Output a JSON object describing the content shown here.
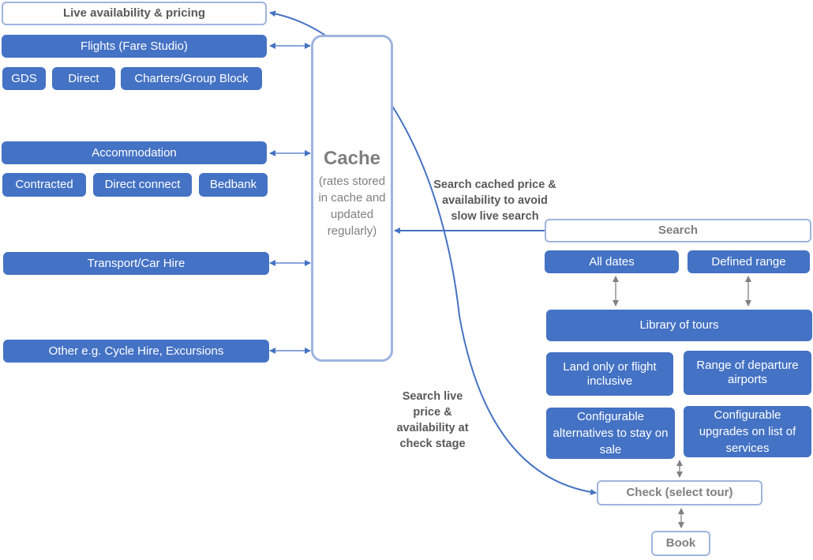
{
  "colors": {
    "fill": "#4472c4",
    "outline": "#9fb4de",
    "outline_text": "#7f7f7f",
    "note_text": "#595959",
    "connector_blue": "#4472c4",
    "connector_grey": "#808080"
  },
  "left": {
    "live": "Live availability & pricing",
    "flights": "Flights (Fare Studio)",
    "flight_sources": [
      "GDS",
      "Direct",
      "Charters/Group Block"
    ],
    "accommodation": "Accommodation",
    "accommodation_sources": [
      "Contracted",
      "Direct connect",
      "Bedbank"
    ],
    "transport": "Transport/Car Hire",
    "other": "Other e.g. Cycle Hire, Excursions"
  },
  "cache": {
    "title": "Cache",
    "subtitle": "(rates stored in cache and updated regularly)"
  },
  "notes": {
    "cached": "Search cached price & availability to avoid slow live search",
    "live": "Search live price & availability at check stage"
  },
  "right": {
    "search": "Search",
    "all_dates": "All dates",
    "defined_range": "Defined range",
    "library": "Library of tours",
    "land_only": "Land only or flight inclusive",
    "range_airports": "Range of departure airports",
    "alternatives": "Configurable alternatives to stay on sale",
    "upgrades": "Configurable upgrades on list of services",
    "check": "Check (select tour)",
    "book": "Book"
  }
}
